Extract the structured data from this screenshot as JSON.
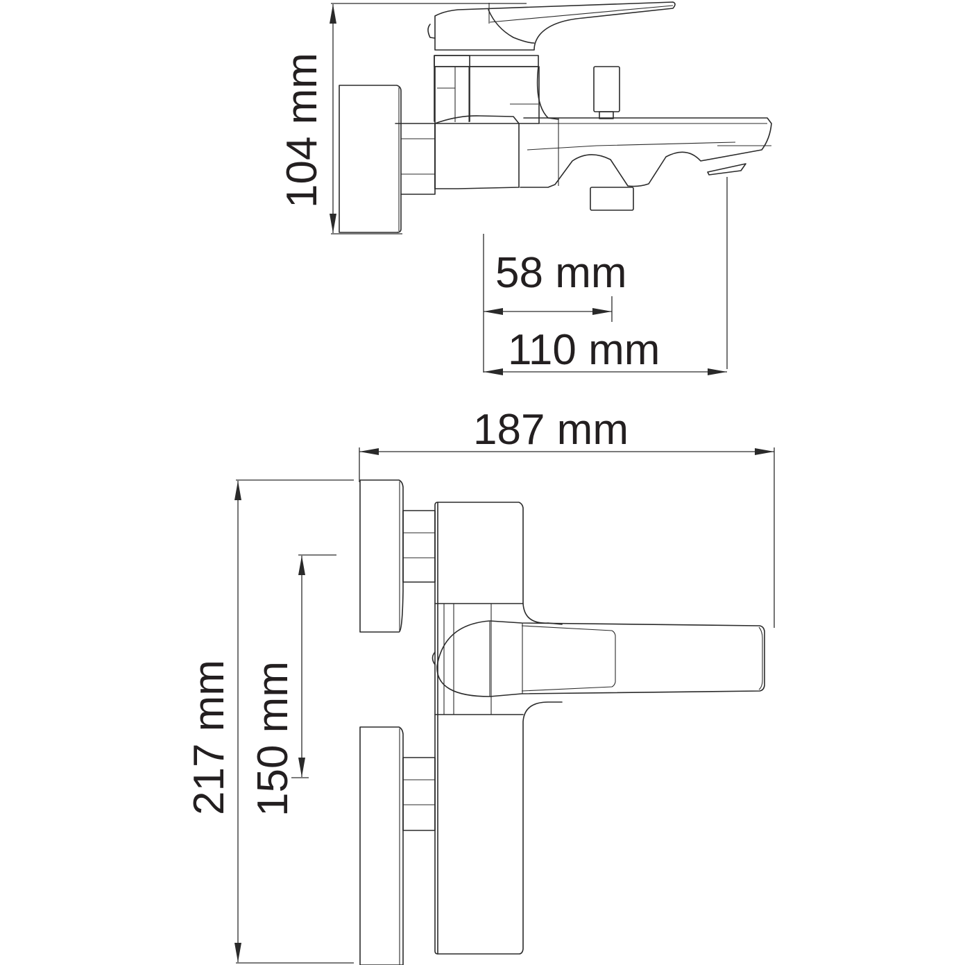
{
  "drawing": {
    "subject": "wall-mounted bath mixer",
    "views": [
      "side-view",
      "top-view"
    ],
    "line_color": "#2a2a2a",
    "background": "#ffffff"
  },
  "dimensions": {
    "height": {
      "value": 104,
      "unit": "mm",
      "label": "104 mm"
    },
    "spout_outlet_offset": {
      "value": 58,
      "unit": "mm",
      "label": "58 mm"
    },
    "spout_reach": {
      "value": 110,
      "unit": "mm",
      "label": "110 mm"
    },
    "total_depth": {
      "value": 187,
      "unit": "mm",
      "label": "187 mm"
    },
    "total_width": {
      "value": 217,
      "unit": "mm",
      "label": "217 mm"
    },
    "center_distance": {
      "value": 150,
      "unit": "mm",
      "label": "150 mm"
    }
  }
}
